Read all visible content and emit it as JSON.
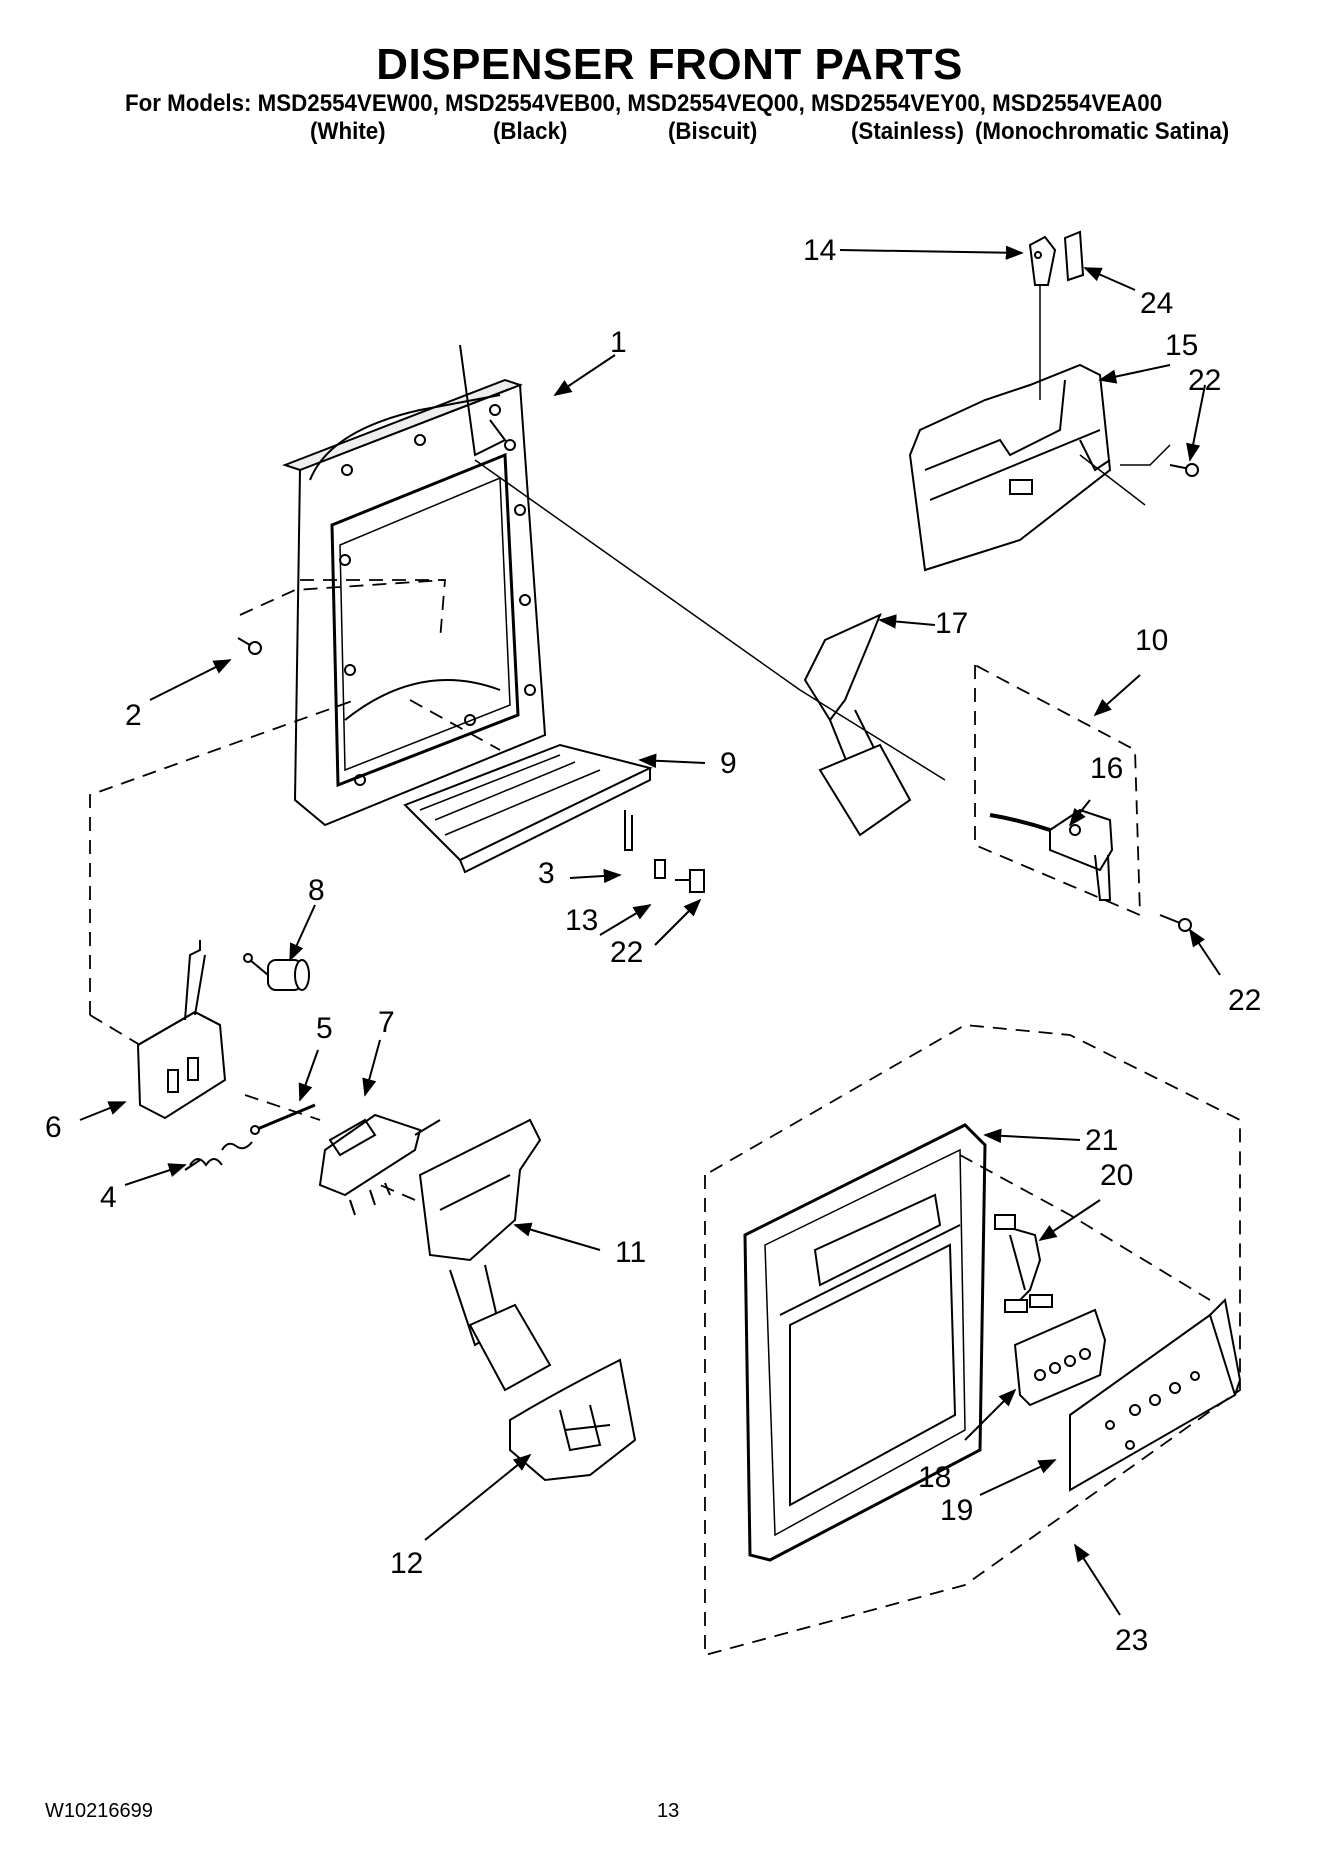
{
  "title": "DISPENSER FRONT PARTS",
  "models_line": "For Models: MSD2554VEW00, MSD2554VEB00, MSD2554VEQ00, MSD2554VEY00, MSD2554VEA00",
  "colors": [
    "(White)",
    "(Black)",
    "(Biscuit)",
    "(Stainless)",
    "(Monochromatic Satina)"
  ],
  "callouts": {
    "c1": "1",
    "c2": "2",
    "c3": "3",
    "c4": "4",
    "c5": "5",
    "c6": "6",
    "c7": "7",
    "c8": "8",
    "c9": "9",
    "c10": "10",
    "c11": "11",
    "c12": "12",
    "c13": "13",
    "c14": "14",
    "c15": "15",
    "c16": "16",
    "c17": "17",
    "c18": "18",
    "c19": "19",
    "c20": "20",
    "c21": "21",
    "c22a": "22",
    "c22b": "22",
    "c22c": "22",
    "c23": "23",
    "c24": "24"
  },
  "footer": {
    "doc_number": "W10216699",
    "page_number": "13"
  }
}
